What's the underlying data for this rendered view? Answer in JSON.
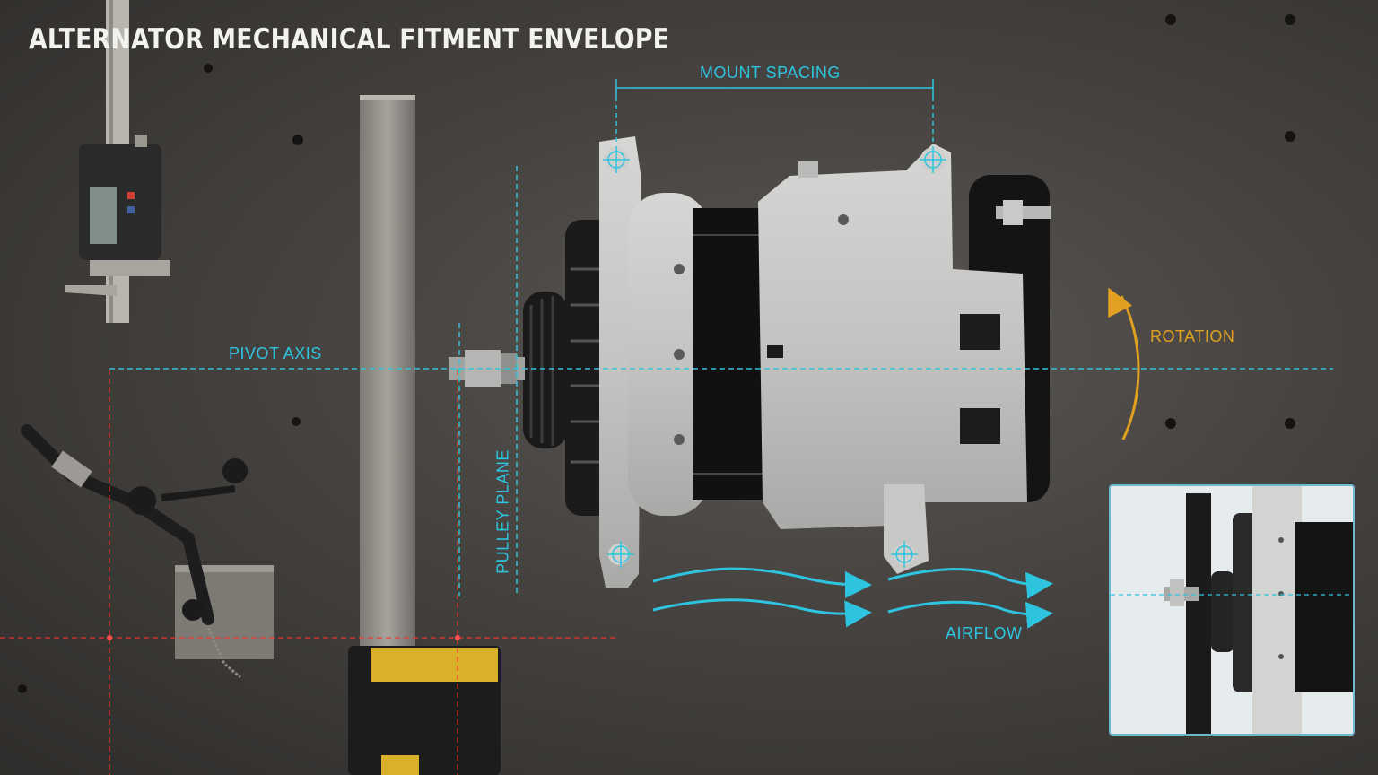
{
  "title": "ALTERNATOR MECHANICAL FITMENT ENVELOPE",
  "annotations": {
    "mount_spacing": "MOUNT SPACING",
    "pivot_axis": "PIVOT AXIS",
    "pulley_plane": "PULLEY PLANE",
    "rotation": "ROTATION",
    "airflow": "AIRFLOW"
  },
  "colors": {
    "guide_cyan": "#2ec4e0",
    "rotation_orange": "#e0a020",
    "laser_red": "#ff3030",
    "title_white": "#f2f2f0"
  }
}
